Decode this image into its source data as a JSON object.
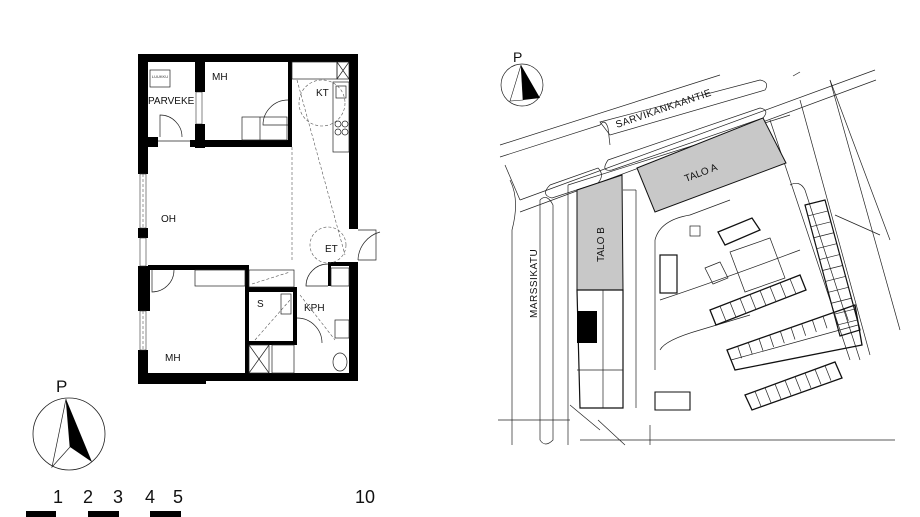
{
  "floor_plan": {
    "rooms": {
      "parveke": "PARVEKE",
      "luukku": "LUUKKU",
      "mh_top": "MH",
      "kt": "KT",
      "oh": "OH",
      "et": "ET",
      "s": "S",
      "kph": "KPH",
      "mh_bottom": "MH"
    },
    "north_label": "P"
  },
  "scale_bar": {
    "labels": [
      "1",
      "2",
      "3",
      "4",
      "5",
      "10"
    ]
  },
  "site_plan": {
    "north_label": "P",
    "streets": {
      "north": "SARVIKANKAANTIE",
      "west": "MARSSIKATU"
    },
    "buildings": {
      "a": "TALO A",
      "b": "TALO B"
    },
    "building_fill": "#c8c8c8"
  }
}
